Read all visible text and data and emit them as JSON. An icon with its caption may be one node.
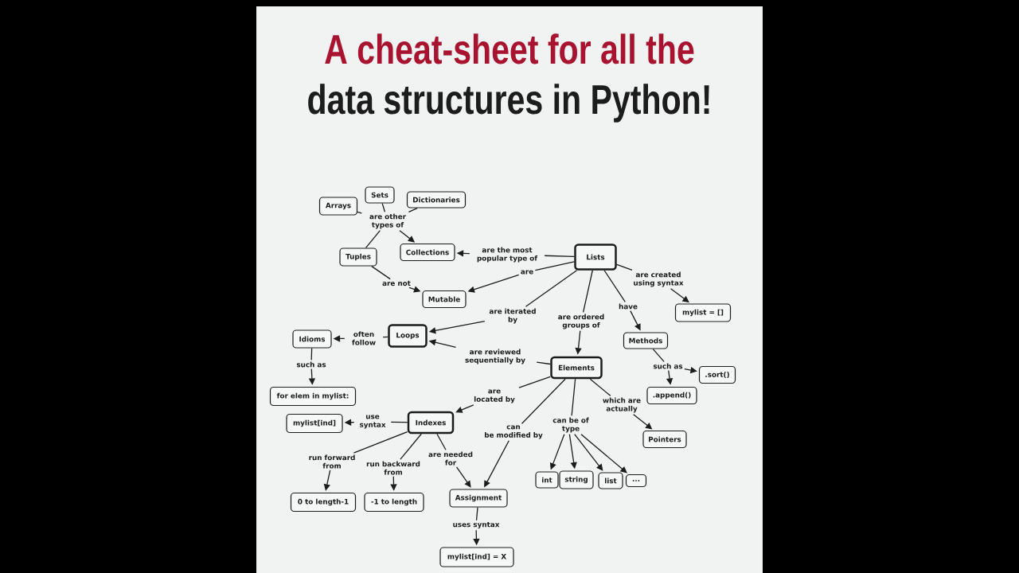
{
  "diagram": {
    "title": "A cheat-sheet for all the",
    "nodes": [
      {
        "text": [
          "Sets"
        ]
      },
      {
        "text": [
          "Dictionaries"
        ]
      },
      {
        "text": [
          "Arrays"
        ]
      },
      {
        "text": [
          "are other types of"
        ]
      },
      {
        "text": [
          "Collections"
        ]
      },
      {
        "text": [
          "are the most popular type of"
        ]
      },
      {
        "text": [
          "Tuples"
        ]
      },
      {
        "text": [
          "Lists"
        ]
      },
      {
        "text": [
          "are"
        ]
      },
      {
        "text": [
          "are created using syntax"
        ]
      },
      {
        "text": [
          "are not"
        ]
      },
      {
        "text": [
          "Mutable"
        ]
      },
      {
        "text": [
          "have"
        ]
      },
      {
        "text": [
          "mylist = []"
        ]
      },
      {
        "text": [
          "are iterated by"
        ]
      },
      {
        "text": [
          "are ordered groups of"
        ]
      },
      {
        "text": [
          "Loops"
        ]
      },
      {
        "text": [
          "often follow"
        ]
      },
      {
        "text": [
          "Idioms"
        ]
      },
      {
        "text": [
          "Methods"
        ]
      },
      {
        "text": [
          "are reviewed sequentially by"
        ]
      },
      {
        "text": [
          "such as"
        ]
      },
      {
        "text": [
          "such as"
        ]
      },
      {
        "text": [
          "Elements"
        ]
      },
      {
        "text": [
          ".sort()"
        ]
      },
      {
        "text": [
          ".append()"
        ]
      },
      {
        "text": [
          "for elem in mylist:"
        ]
      },
      {
        "text": [
          "are located by"
        ]
      },
      {
        "text": [
          "which are actually"
        ]
      },
      {
        "text": [
          "use syntax"
        ]
      },
      {
        "text": [
          "Indexes"
        ]
      },
      {
        "text": [
          "mylist[ind]"
        ]
      },
      {
        "text": [
          "can be of type"
        ]
      },
      {
        "text": [
          "can be modified by"
        ]
      },
      {
        "text": [
          "Pointers"
        ]
      },
      {
        "text": [
          "are needed for"
        ]
      },
      {
        "text": [
          "run forward from"
        ]
      },
      {
        "text": [
          "run backward from"
        ]
      },
      {
        "text": [
          "int"
        ]
      },
      {
        "text": [
          "string"
        ]
      },
      {
        "text": [
          "list"
        ]
      },
      {
        "text": [
          "..."
        ]
      },
      {
        "text": [
          "Assignment"
        ]
      },
      {
        "text": [
          "0 to length-1"
        ]
      },
      {
        "text": [
          "-1 to length"
        ]
      },
      {
        "text": [
          "uses syntax"
        ]
      },
      {
        "text": [
          "mylist[ind] = X"
        ]
      }
    ],
    "edges": [
      {
        "from": 2,
        "to": 3,
        "arrow": "none"
      },
      {
        "from": 0,
        "to": 3,
        "arrow": "none"
      },
      {
        "from": 1,
        "to": 3,
        "arrow": "none"
      },
      {
        "from": 6,
        "to": 3,
        "arrow": "none"
      },
      {
        "from": 3,
        "to": 4,
        "arrow": "to"
      },
      {
        "from": 7,
        "to": 5,
        "arrow": "none"
      },
      {
        "from": 5,
        "to": 4,
        "arrow": "to"
      },
      {
        "from": 6,
        "to": 10,
        "arrow": "none"
      },
      {
        "from": 10,
        "to": 11,
        "arrow": "to"
      },
      {
        "from": 7,
        "to": 8,
        "arrow": "none"
      },
      {
        "from": 8,
        "to": 11,
        "arrow": "to"
      },
      {
        "from": 7,
        "to": 9,
        "arrow": "none"
      },
      {
        "from": 9,
        "to": 13,
        "arrow": "to"
      },
      {
        "from": 7,
        "to": 14,
        "arrow": "none"
      },
      {
        "from": 14,
        "to": 16,
        "arrow": "to"
      },
      {
        "from": 7,
        "to": 15,
        "arrow": "none"
      },
      {
        "from": 15,
        "to": 23,
        "arrow": "to"
      },
      {
        "from": 7,
        "to": 12,
        "arrow": "none"
      },
      {
        "from": 12,
        "to": 19,
        "arrow": "to"
      },
      {
        "from": 16,
        "to": 17,
        "arrow": "none"
      },
      {
        "from": 17,
        "to": 18,
        "arrow": "to"
      },
      {
        "from": 23,
        "to": 20,
        "arrow": "none"
      },
      {
        "from": 20,
        "to": 16,
        "arrow": "to"
      },
      {
        "from": 18,
        "to": 21,
        "arrow": "none"
      },
      {
        "from": 21,
        "to": 26,
        "arrow": "to"
      },
      {
        "from": 19,
        "to": 22,
        "arrow": "none"
      },
      {
        "from": 22,
        "to": 24,
        "arrow": "to"
      },
      {
        "from": 22,
        "to": 25,
        "arrow": "to"
      },
      {
        "from": 23,
        "to": 27,
        "arrow": "none"
      },
      {
        "from": 27,
        "to": 30,
        "arrow": "to"
      },
      {
        "from": 23,
        "to": 28,
        "arrow": "none"
      },
      {
        "from": 28,
        "to": 34,
        "arrow": "to"
      },
      {
        "from": 23,
        "to": 33,
        "arrow": "none"
      },
      {
        "from": 33,
        "to": 42,
        "arrow": "to"
      },
      {
        "from": 23,
        "to": 32,
        "arrow": "none"
      },
      {
        "from": 32,
        "to": 38,
        "arrow": "to"
      },
      {
        "from": 32,
        "to": 39,
        "arrow": "to"
      },
      {
        "from": 32,
        "to": 40,
        "arrow": "to"
      },
      {
        "from": 32,
        "to": 41,
        "arrow": "to"
      },
      {
        "from": 30,
        "to": 29,
        "arrow": "none"
      },
      {
        "from": 29,
        "to": 31,
        "arrow": "to"
      },
      {
        "from": 30,
        "to": 36,
        "arrow": "none"
      },
      {
        "from": 36,
        "to": 43,
        "arrow": "to"
      },
      {
        "from": 30,
        "to": 37,
        "arrow": "none"
      },
      {
        "from": 37,
        "to": 44,
        "arrow": "to"
      },
      {
        "from": 30,
        "to": 35,
        "arrow": "none"
      },
      {
        "from": 35,
        "to": 42,
        "arrow": "to"
      },
      {
        "from": 42,
        "to": 45,
        "arrow": "none"
      },
      {
        "from": 45,
        "to": 46,
        "arrow": "to"
      }
    ],
    "labels": [
      "data structures in Python!"
    ]
  }
}
